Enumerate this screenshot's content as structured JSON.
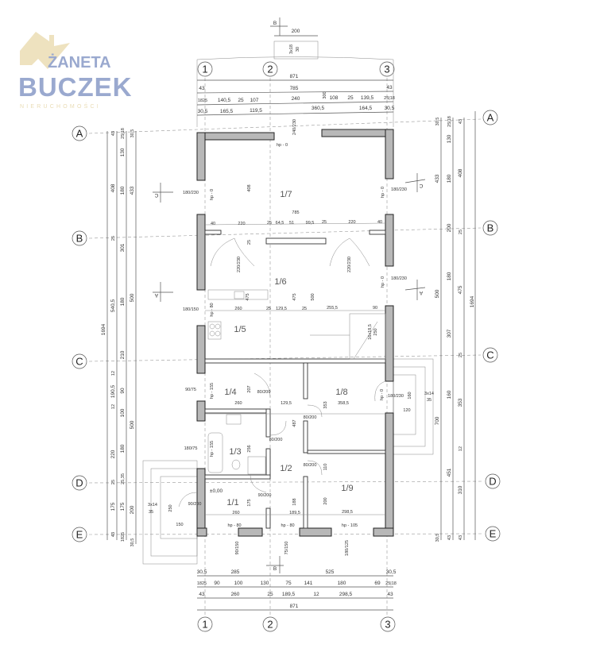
{
  "logo": {
    "line1": "ŻANETA",
    "line2": "BUCZEK",
    "line3": "NIERUCHOMOŚCI"
  },
  "axes": {
    "cols": [
      "1",
      "2",
      "3"
    ],
    "rows": [
      "A",
      "B",
      "C",
      "D",
      "E"
    ]
  },
  "section_marks": {
    "b": "B",
    "c": "C",
    "a": "A"
  },
  "rooms": [
    "1/1",
    "1/2",
    "1/3",
    "1/4",
    "1/5",
    "1/6",
    "1/7",
    "1/8",
    "1/9"
  ],
  "level": "±0,00",
  "top_dims": {
    "row1": [
      "871"
    ],
    "row2": [
      "43",
      "785",
      "43",
      "300"
    ],
    "row3": [
      "1825",
      "140,5",
      "25",
      "107",
      "240",
      "108",
      "25",
      "139,5",
      "25|18"
    ],
    "row4": [
      "30,5",
      "165,5",
      "119,5",
      "360,5",
      "164,5",
      "30,5"
    ],
    "entrance": [
      "200",
      "3x18",
      "30"
    ]
  },
  "bottom_dims": {
    "row1": [
      "30,5",
      "285",
      "525",
      "30,5"
    ],
    "row2": [
      "1825",
      "90",
      "100",
      "130",
      "75",
      "141",
      "180",
      "69",
      "25|18"
    ],
    "row3": [
      "43",
      "260",
      "25",
      "189,5",
      "12",
      "298,5",
      "43"
    ],
    "row4": [
      "871"
    ]
  },
  "left_dims": {
    "col1": [
      "1694"
    ],
    "col2": [
      "43",
      "408",
      "25",
      "540,5",
      "12",
      "190,5",
      "12",
      "220",
      "25",
      "175",
      "43"
    ],
    "col3": [
      "25|18",
      "130",
      "180",
      "301",
      "180",
      "210",
      "90",
      "100",
      "180",
      "25,35",
      "175",
      "1825"
    ],
    "col4": [
      "30,5",
      "433",
      "500",
      "500",
      "200",
      "30,5"
    ]
  },
  "right_dims": {
    "col1": [
      "30,5",
      "433",
      "500",
      "700",
      "30,5"
    ],
    "col2": [
      "25|18",
      "130",
      "180",
      "200",
      "180",
      "307",
      "160",
      "451",
      "43"
    ],
    "col3": [
      "43",
      "408",
      "25",
      "475",
      "25",
      "353",
      "12",
      "310",
      "43"
    ],
    "col4": [
      "1694"
    ]
  },
  "openings": {
    "w_top": "240/230",
    "w_left_1": "180/230",
    "w_left_2": "180/150",
    "w_left_3": "90/75",
    "w_left_4": "180/75",
    "w_right_1": "180/230",
    "w_right_2": "180/230",
    "w_right_3": "180/230",
    "w_bottom_1": "90/150",
    "w_bottom_2": "75/150",
    "w_bottom_3": "180/125",
    "terrace_doors": "220/230",
    "door_80": "80/200",
    "door_90": "90/200"
  },
  "sill_heights": [
    "hp - 0",
    "hp - 80",
    "hp - 105",
    "hp - 155"
  ],
  "interior_dims": {
    "b_line": [
      "785",
      "40",
      "220",
      "25",
      "64,5",
      "51",
      "99,5",
      "25",
      "220",
      "40"
    ],
    "c_line": [
      "260",
      "25",
      "129,5",
      "25",
      "255,5",
      "90"
    ],
    "verticals": [
      "408",
      "475",
      "500",
      "207",
      "487",
      "353",
      "110",
      "200",
      "188",
      "256",
      "175",
      "25"
    ],
    "lower": [
      "260",
      "129,5",
      "358,5",
      "189,5",
      "298,5",
      "260"
    ],
    "stairs": "16x18,5",
    "stairs_len": "250",
    "sink_size": "475",
    "terrace": [
      "3x14",
      "35",
      "120",
      "160"
    ],
    "porch": [
      "3x14",
      "35",
      "250",
      "150"
    ]
  }
}
